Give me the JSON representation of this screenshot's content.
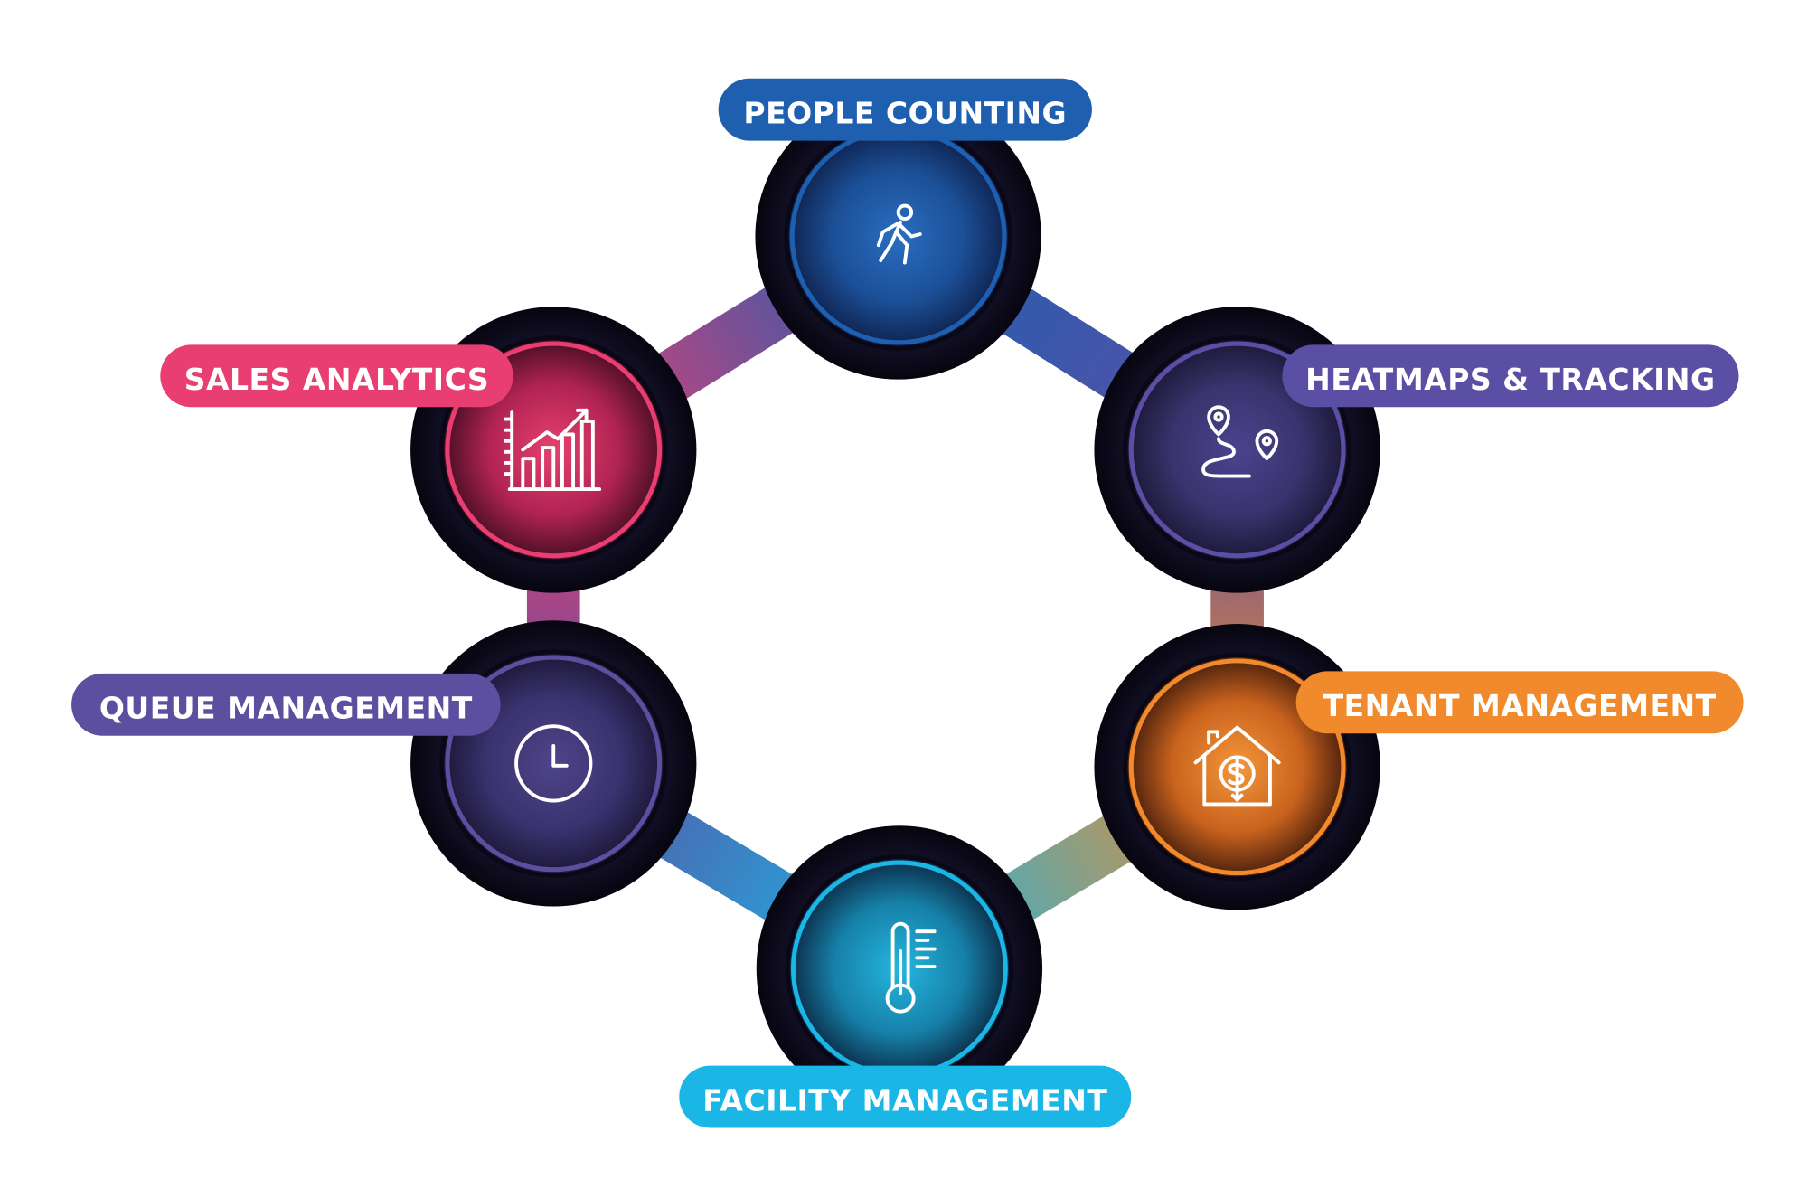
{
  "nodes": [
    {
      "id": "people-counting",
      "label": "PEOPLE COUNTING",
      "icon": "person-walking-icon",
      "color": "#1f5fb0"
    },
    {
      "id": "heatmaps-tracking",
      "label": "HEATMAPS & TRACKING",
      "icon": "route-pins-icon",
      "color": "#5b4fa5"
    },
    {
      "id": "tenant-management",
      "label": "TENANT MANAGEMENT",
      "icon": "house-dollar-icon",
      "color": "#f08a2c"
    },
    {
      "id": "facility-management",
      "label": "FACILITY MANAGEMENT",
      "icon": "thermometer-icon",
      "color": "#1ab6e6"
    },
    {
      "id": "queue-management",
      "label": "QUEUE MANAGEMENT",
      "icon": "clock-icon",
      "color": "#5c4f9f"
    },
    {
      "id": "sales-analytics",
      "label": "SALES ANALYTICS",
      "icon": "bar-chart-icon",
      "color": "#e83e72"
    }
  ],
  "connections": [
    [
      "people-counting",
      "heatmaps-tracking"
    ],
    [
      "heatmaps-tracking",
      "tenant-management"
    ],
    [
      "tenant-management",
      "facility-management"
    ],
    [
      "facility-management",
      "queue-management"
    ],
    [
      "queue-management",
      "sales-analytics"
    ],
    [
      "sales-analytics",
      "people-counting"
    ]
  ]
}
